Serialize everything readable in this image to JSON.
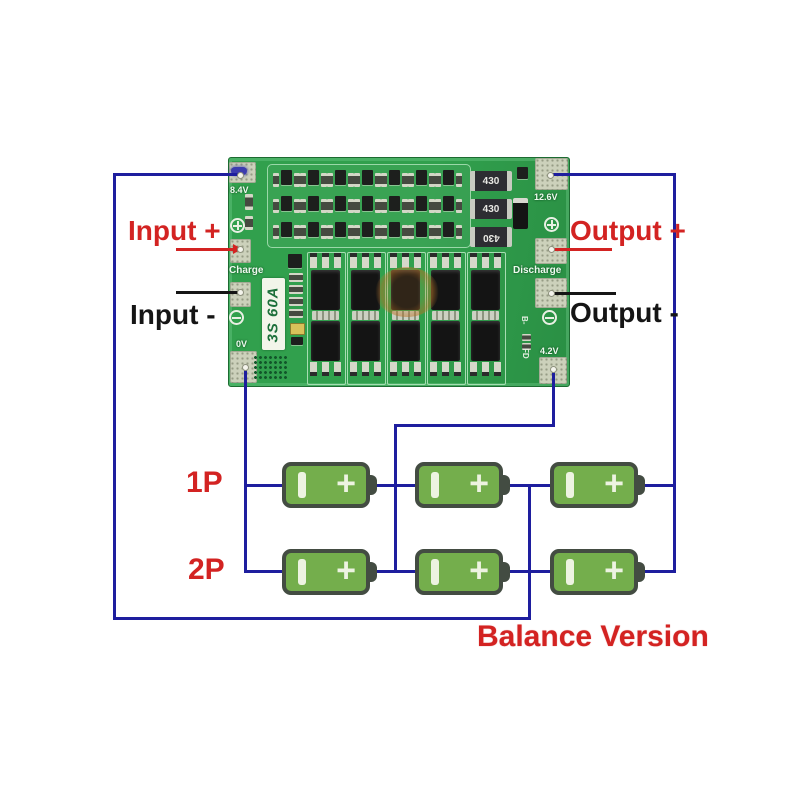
{
  "diagram": {
    "footer": "Balance Version",
    "connection_labels": {
      "input_plus": "Input +",
      "input_minus": "Input -",
      "output_plus": "Output +",
      "output_minus": "Output -"
    },
    "battery_bank": {
      "rows": [
        {
          "label": "1P",
          "cells": 3
        },
        {
          "label": "2P",
          "cells": 3
        }
      ],
      "cell_plus_symbol": "+"
    },
    "board": {
      "corner_labels": {
        "top_left": "8.4V",
        "top_right": "12.6V",
        "bottom_left": "0V",
        "bottom_right": "4.2V"
      },
      "port_labels": {
        "charge": "Charge",
        "discharge": "Discharge"
      },
      "model_label": "3S 60A",
      "resistor_value": "430",
      "resistor_count": 3,
      "side_markings": {
        "b_minus": "B-",
        "fd": "FD"
      },
      "mosfet_columns": 5,
      "smd_rows": 3
    },
    "colors": {
      "wire_blue": "#1e1e9e",
      "label_red": "#d32322",
      "label_black": "#151515",
      "pcb_green": "#2f9b4a",
      "battery_green": "#74ae4c"
    }
  }
}
